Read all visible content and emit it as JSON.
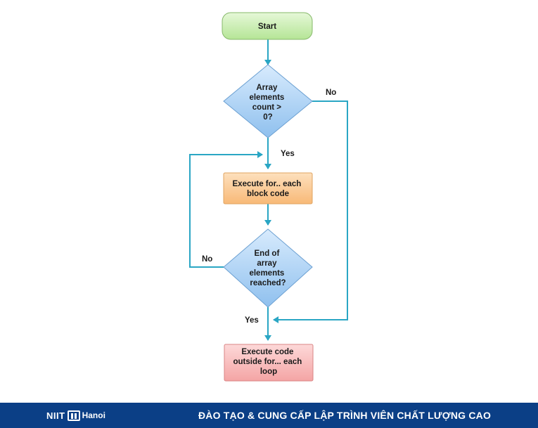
{
  "flowchart": {
    "start": "Start",
    "condition_1": [
      "Array",
      "elements",
      "count >",
      "0?"
    ],
    "process_1": [
      "Execute for.. each",
      "block code"
    ],
    "condition_2": [
      "End of",
      "array",
      "elements",
      "reached?"
    ],
    "process_2": [
      "Execute code",
      "outside for... each",
      "loop"
    ],
    "edge_labels": {
      "c1_no": "No",
      "c1_yes": "Yes",
      "c2_no": "No",
      "c2_yes": "Yes"
    },
    "colors": {
      "connector": "#2aa6c4",
      "start_fill": "#c9efb0",
      "decision_fill": "#a9d0f5",
      "process_1_fill": "#fbc98f",
      "process_2_fill": "#f7b8b8"
    }
  },
  "footer": {
    "logo_text": "NIIT",
    "logo_city": "Hanoi",
    "tagline": "ĐÀO TẠO & CUNG CẤP LẬP TRÌNH VIÊN CHẤT LƯỢNG CAO"
  }
}
